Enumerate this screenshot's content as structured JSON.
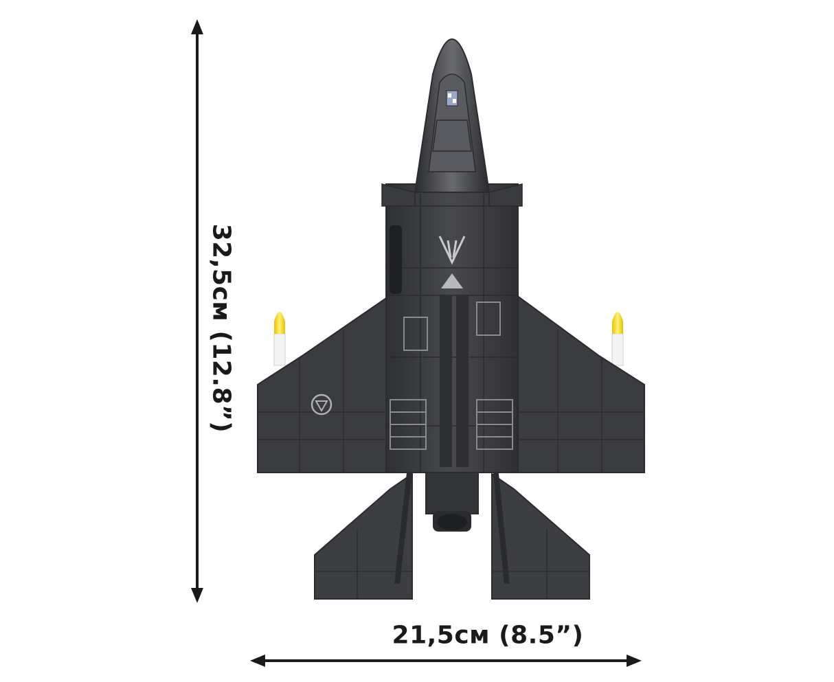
{
  "dimensions": {
    "height_label": "32,5см (12.8”)",
    "width_label": "21,5см (8.5”)"
  },
  "colors": {
    "background": "#ffffff",
    "arrow": "#1a1a1a",
    "aircraft_body": "#3e3f43",
    "aircraft_dark": "#2c2d30",
    "panel_marking": "#8a8b90",
    "missile_tip": "#f2d21f"
  },
  "subject": {
    "object": "brick-built stealth fighter jet model, underside view",
    "accessories": [
      "wingtip missile left",
      "wingtip missile right"
    ]
  }
}
